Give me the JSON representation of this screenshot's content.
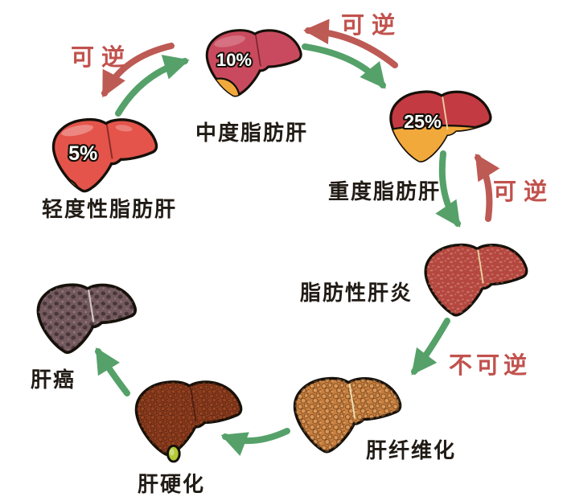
{
  "figure": {
    "background": "#ffffff",
    "description_labels_color": "#211b15"
  },
  "colors": {
    "annotation_red": "#c1524d",
    "arrow_green": "#55a169",
    "arrow_red": "#bd5a54",
    "outline_black": "#151009",
    "fat_yellow": "#f2a93b",
    "gallbladder_green": "#b2ca35"
  },
  "stages": [
    {
      "label": "轻度性脂肪肝",
      "percent": "5%",
      "color": "#e4544b"
    },
    {
      "label": "中度脂肪肝",
      "percent": "10%",
      "color": "#c94a5e"
    },
    {
      "label": "重度脂肪肝",
      "percent": "25%",
      "color": "#c43a42"
    },
    {
      "label": "脂肪性肝炎",
      "color": "#b4473f"
    },
    {
      "label": "肝纤维化",
      "color": "#c8803f"
    },
    {
      "label": "肝硬化",
      "color": "#8c3c1e"
    },
    {
      "label": "肝癌",
      "color": "#745a5e"
    }
  ],
  "annotations": [
    {
      "text": "可逆",
      "position": "top-left"
    },
    {
      "text": "可逆",
      "position": "top-right"
    },
    {
      "text": "可逆",
      "position": "right"
    },
    {
      "text": "不可逆",
      "position": "bottom-right"
    }
  ],
  "arrows": [
    {
      "from": "中度脂肪肝",
      "to": "轻度性脂肪肝",
      "meaning": "可逆",
      "color": "red"
    },
    {
      "from": "轻度性脂肪肝",
      "to": "中度脂肪肝",
      "meaning": "进展",
      "color": "green"
    },
    {
      "from": "重度脂肪肝",
      "to": "中度脂肪肝",
      "meaning": "可逆",
      "color": "red"
    },
    {
      "from": "中度脂肪肝",
      "to": "重度脂肪肝",
      "meaning": "进展",
      "color": "green"
    },
    {
      "from": "重度脂肪肝",
      "to": "脂肪性肝炎",
      "meaning": "进展",
      "color": "green"
    },
    {
      "from": "脂肪性肝炎",
      "to": "重度脂肪肝",
      "meaning": "可逆",
      "color": "red"
    },
    {
      "from": "脂肪性肝炎",
      "to": "肝纤维化",
      "meaning": "不可逆",
      "color": "green"
    },
    {
      "from": "肝纤维化",
      "to": "肝硬化",
      "meaning": "进展",
      "color": "green"
    },
    {
      "from": "肝硬化",
      "to": "肝癌",
      "meaning": "进展",
      "color": "green"
    }
  ]
}
